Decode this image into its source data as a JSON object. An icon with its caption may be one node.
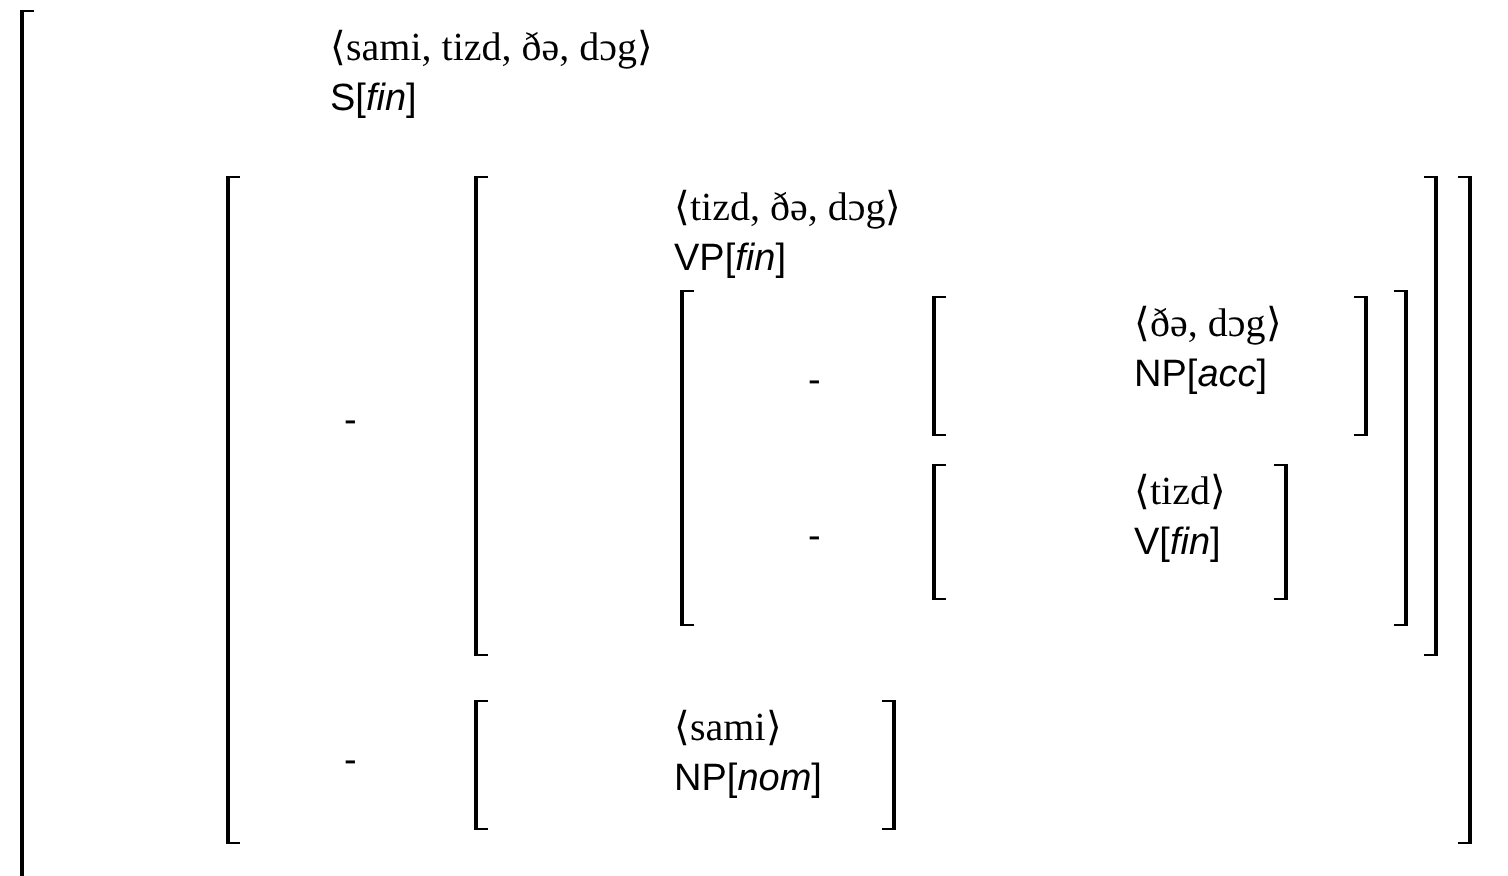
{
  "diagram": {
    "nodes": [
      {
        "text": [
          "⟨sami, tizd, ðə, dɔg⟩",
          "S[*fin*]"
        ]
      },
      {
        "text": [],
        "shape": "bracket",
        "in": 0
      },
      {
        "text": [
          "⟨tizd, ðə, dɔg⟩",
          "VP[*fin*]"
        ],
        "in": 1,
        "beside": [
          "-"
        ]
      },
      {
        "text": [],
        "shape": "bracket",
        "in": 2
      },
      {
        "text": [
          "⟨ðə, dɔg⟩",
          "NP[*acc*]"
        ],
        "in": 3,
        "beside": [
          "-"
        ]
      },
      {
        "text": [
          "⟨tizd⟩",
          "V[*fin*]"
        ],
        "in": 3,
        "beside": [
          "-"
        ]
      },
      {
        "text": [
          "⟨sami⟩",
          "NP[*nom*]"
        ],
        "in": 1,
        "beside": [
          "-"
        ]
      }
    ]
  }
}
